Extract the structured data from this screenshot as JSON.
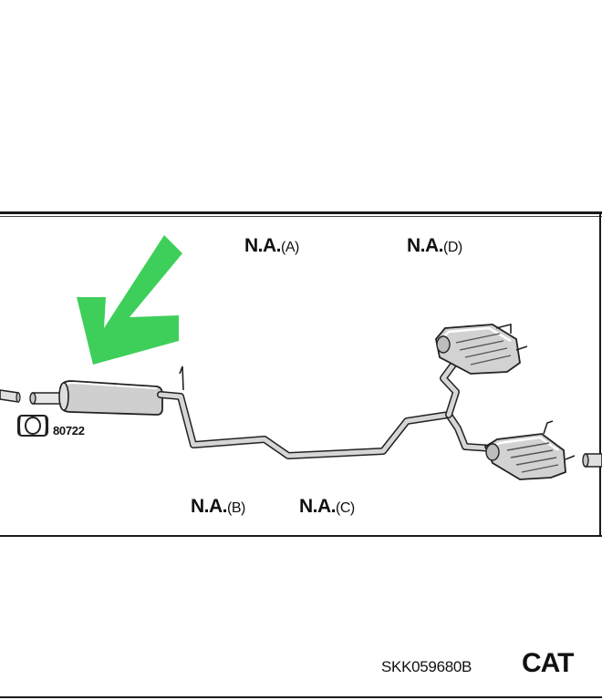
{
  "labels": {
    "na_a": {
      "text": "N.A.",
      "letter": "(A)"
    },
    "na_b": {
      "text": "N.A.",
      "letter": "(B)"
    },
    "na_c": {
      "text": "N.A.",
      "letter": "(C)"
    },
    "na_d": {
      "text": "N.A.",
      "letter": "(D)"
    }
  },
  "clamp_part_number": "80722",
  "kit_code": "SKK059680B",
  "kit_type": "CAT",
  "colors": {
    "arrow": "#3ecf5a",
    "pipe_fill": "#d4d4d4",
    "outline": "#222222"
  },
  "icons": {
    "arrow": "highlight-arrow-icon",
    "clamp": "pipe-clamp-icon"
  }
}
